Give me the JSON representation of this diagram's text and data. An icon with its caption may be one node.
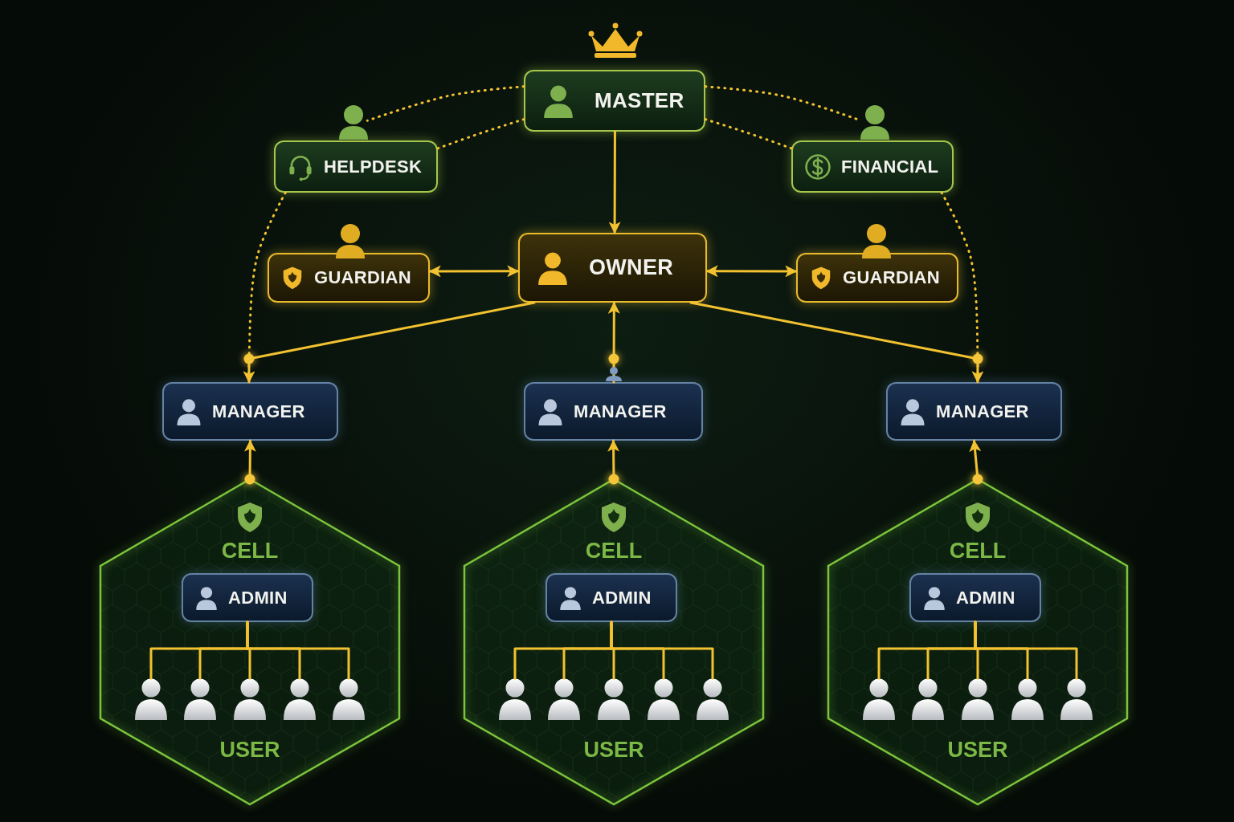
{
  "diagram": {
    "nodes": [
      {
        "text": [
          "MASTER"
        ]
      },
      {
        "text": [
          "HELPDESK"
        ]
      },
      {
        "text": [
          "FINANCIAL"
        ]
      },
      {
        "text": [
          "GUARDIAN"
        ]
      },
      {
        "text": [
          "OWNER"
        ]
      },
      {
        "text": [
          "GUARDIAN"
        ]
      },
      {
        "text": [
          "MANAGER"
        ]
      },
      {
        "text": [
          "MANAGER"
        ]
      },
      {
        "text": [
          "MANAGER"
        ]
      },
      {
        "text": [
          "CELL",
          "USER"
        ]
      },
      {
        "text": [
          "CELL",
          "USER"
        ]
      },
      {
        "text": [
          "CELL",
          "USER"
        ]
      },
      {
        "text": [
          "ADMIN"
        ],
        "in": 9
      },
      {
        "text": [
          "ADMIN"
        ],
        "in": 10
      },
      {
        "text": [
          "ADMIN"
        ],
        "in": 11
      },
      {
        "text": [],
        "shape": "person",
        "in": 9
      },
      {
        "text": [],
        "shape": "person",
        "in": 9
      },
      {
        "text": [],
        "shape": "person",
        "in": 9
      },
      {
        "text": [],
        "shape": "person",
        "in": 9
      },
      {
        "text": [],
        "shape": "person",
        "in": 9
      },
      {
        "text": [],
        "shape": "person",
        "in": 10
      },
      {
        "text": [],
        "shape": "person",
        "in": 10
      },
      {
        "text": [],
        "shape": "person",
        "in": 10
      },
      {
        "text": [],
        "shape": "person",
        "in": 10
      },
      {
        "text": [],
        "shape": "person",
        "in": 10
      },
      {
        "text": [],
        "shape": "person",
        "in": 11
      },
      {
        "text": [],
        "shape": "person",
        "in": 11
      },
      {
        "text": [],
        "shape": "person",
        "in": 11
      },
      {
        "text": [],
        "shape": "person",
        "in": 11
      },
      {
        "text": [],
        "shape": "person",
        "in": 11
      }
    ],
    "edges": [
      {
        "from": 0,
        "to": 1,
        "arrow": "none",
        "style": "dashed"
      },
      {
        "from": 0,
        "to": 1,
        "arrow": "none",
        "style": "dashed"
      },
      {
        "from": 0,
        "to": 2,
        "arrow": "none",
        "style": "dashed"
      },
      {
        "from": 0,
        "to": 2,
        "arrow": "none",
        "style": "dashed"
      },
      {
        "from": 1,
        "to": 6,
        "arrow": "none",
        "style": "dashed"
      },
      {
        "from": 2,
        "to": 8,
        "arrow": "none",
        "style": "dashed"
      },
      {
        "from": 0,
        "to": 4,
        "arrow": "to"
      },
      {
        "from": 3,
        "to": 4,
        "arrow": "both"
      },
      {
        "from": 4,
        "to": 5,
        "arrow": "both"
      },
      {
        "from": 4,
        "to": 6,
        "arrow": "to"
      },
      {
        "from": 4,
        "to": 8,
        "arrow": "to"
      },
      {
        "from": 7,
        "to": 4,
        "arrow": "to"
      },
      {
        "from": 9,
        "to": 6,
        "arrow": "to"
      },
      {
        "from": 10,
        "to": 7,
        "arrow": "to"
      },
      {
        "from": 11,
        "to": 8,
        "arrow": "to"
      },
      {
        "from": 12,
        "to": 15,
        "arrow": "none"
      },
      {
        "from": 12,
        "to": 16,
        "arrow": "none"
      },
      {
        "from": 12,
        "to": 17,
        "arrow": "none"
      },
      {
        "from": 12,
        "to": 18,
        "arrow": "none"
      },
      {
        "from": 12,
        "to": 19,
        "arrow": "none"
      },
      {
        "from": 13,
        "to": 20,
        "arrow": "none"
      },
      {
        "from": 13,
        "to": 21,
        "arrow": "none"
      },
      {
        "from": 13,
        "to": 22,
        "arrow": "none"
      },
      {
        "from": 13,
        "to": 23,
        "arrow": "none"
      },
      {
        "from": 13,
        "to": 24,
        "arrow": "none"
      },
      {
        "from": 14,
        "to": 25,
        "arrow": "none"
      },
      {
        "from": 14,
        "to": 26,
        "arrow": "none"
      },
      {
        "from": 14,
        "to": 27,
        "arrow": "none"
      },
      {
        "from": 14,
        "to": 28,
        "arrow": "none"
      },
      {
        "from": 14,
        "to": 29,
        "arrow": "none"
      }
    ]
  }
}
